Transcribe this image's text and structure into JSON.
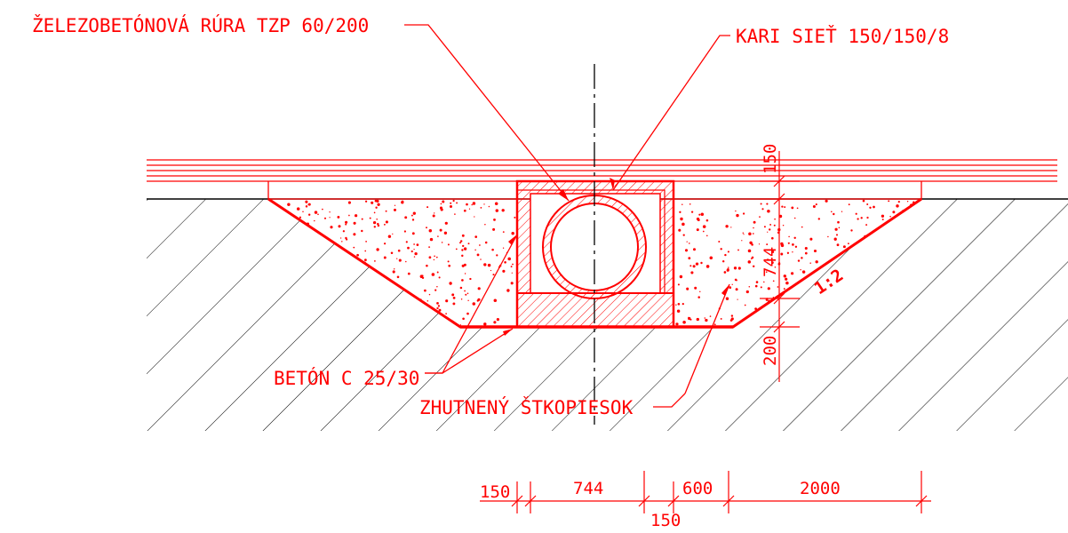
{
  "labels": {
    "pipe": "ŽELEZOBETÓNOVÁ RÚRA TZP 60/200",
    "mesh": "KARI SIEŤ 150/150/8",
    "concrete": "BETÓN C 25/30",
    "gravel": "ZHUTNENÝ ŠTKOPIESOK"
  },
  "dims": {
    "top_layer": "150",
    "height": "744",
    "bottom": "200",
    "slope": "1:2",
    "base_150_left": "150",
    "base_744": "744",
    "base_150_mid": "150",
    "base_600": "600",
    "base_2000": "2000"
  },
  "colors": {
    "red": "#ff0000",
    "black": "#000000",
    "background": "#ffffff"
  }
}
